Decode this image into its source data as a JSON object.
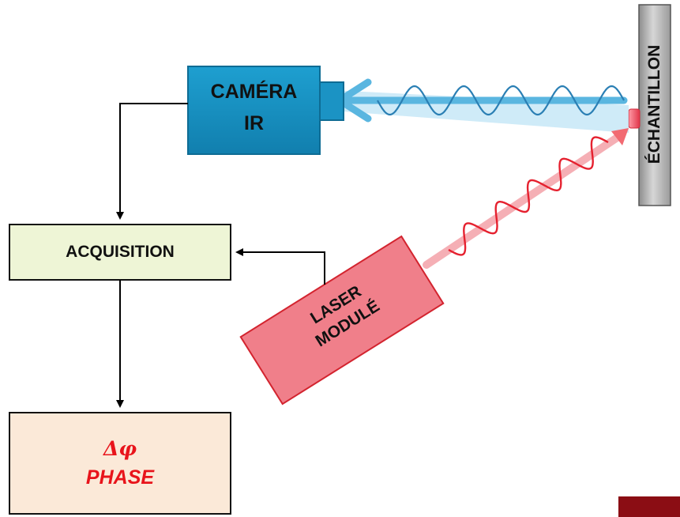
{
  "camera": {
    "line1": "CAMÉRA",
    "line2": "IR",
    "color": "#1a8fbf"
  },
  "acquisition": {
    "label": "ACQUISITION",
    "color": "#eef5d6"
  },
  "phase": {
    "symbol": "Δφ",
    "label": "PHASE",
    "color": "#fbe9d8",
    "text_color": "#e8141b"
  },
  "laser": {
    "line1": "LASER",
    "line2": "MODULÉ",
    "color": "#f07f8a"
  },
  "sample": {
    "label": "ÉCHANTILLON",
    "color": "#a8a8a8"
  },
  "beams": {
    "ir_color": "#5ab6e0",
    "laser_color": "#f26a72"
  },
  "corner_accent_color": "#8b0d14"
}
